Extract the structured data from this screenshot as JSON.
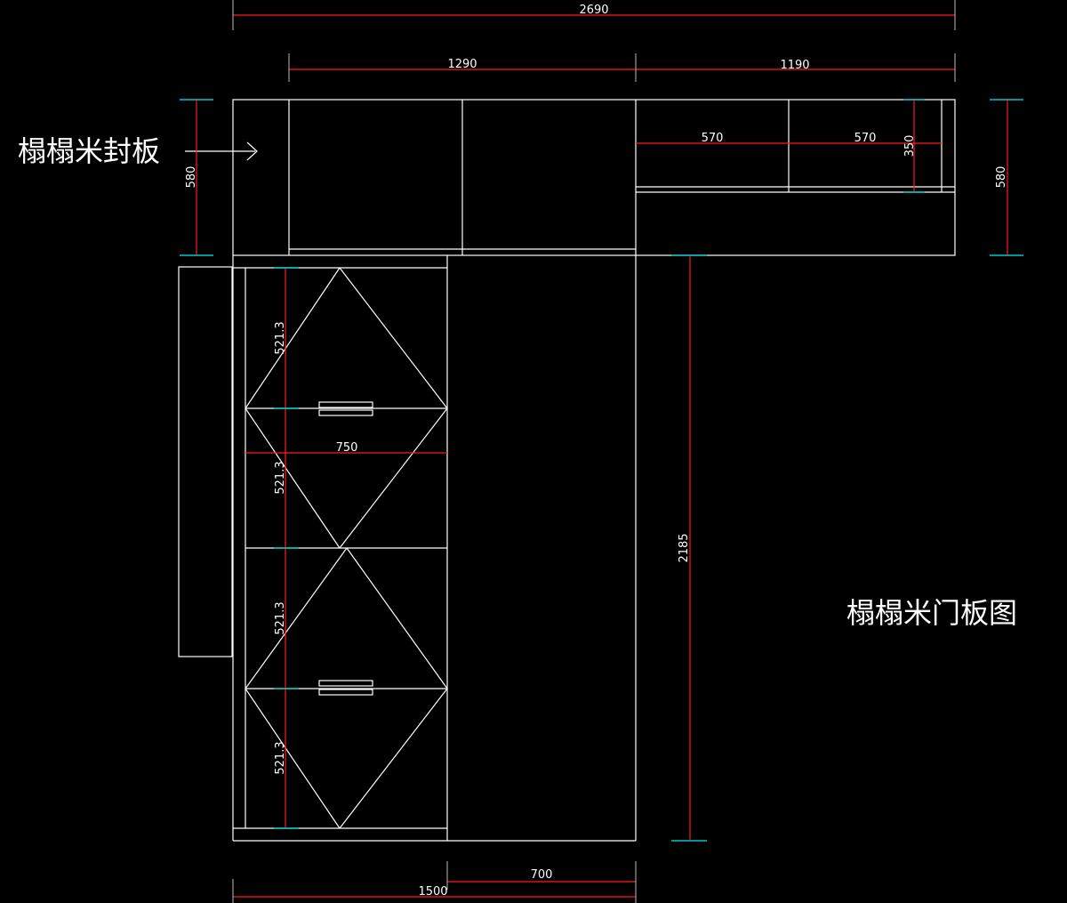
{
  "labels": {
    "cover_panel": "榻榻米封板",
    "drawing_title": "榻榻米门板图"
  },
  "dimensions": {
    "total_width": "2690",
    "top_left_width": "1290",
    "top_right_width": "1190",
    "shelf_left": "570",
    "shelf_right": "570",
    "shelf_height": "350",
    "left_depth": "580",
    "right_depth": "580",
    "door_segment_1": "521.3",
    "door_segment_2": "521.3",
    "door_segment_3": "521.3",
    "door_segment_4": "521.3",
    "door_width": "750",
    "vertical_depth": "2185",
    "bottom_opening": "700",
    "bottom_total": "1500"
  },
  "colors": {
    "background": "#000000",
    "outline": "#ffffff",
    "dimension": "#ff1a1a",
    "tick": "#00c8c8"
  }
}
